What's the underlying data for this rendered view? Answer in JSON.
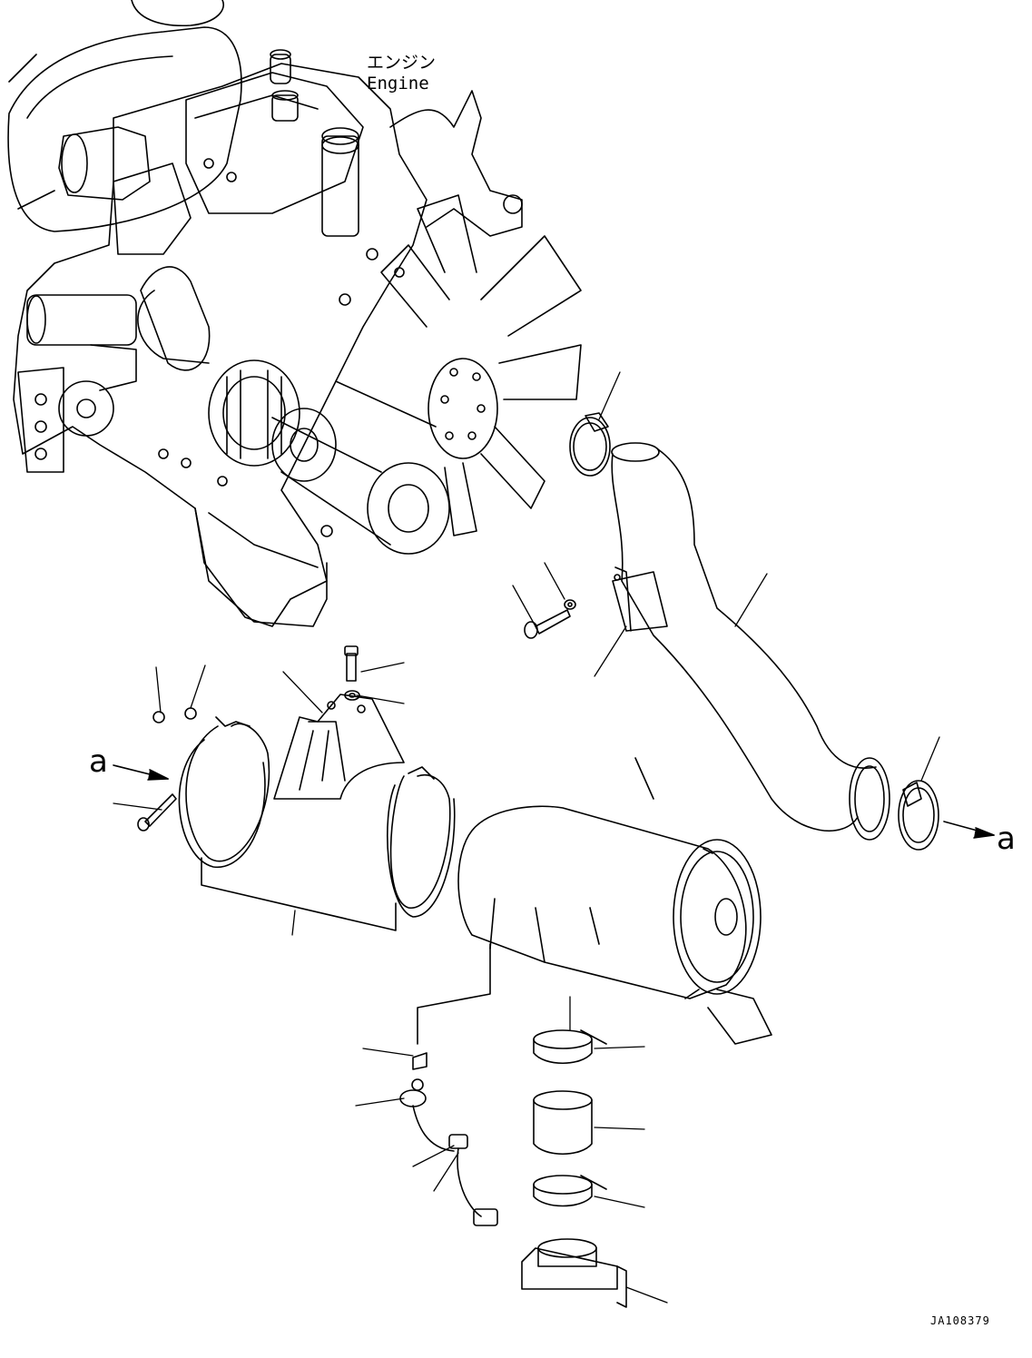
{
  "diagram": {
    "engine_label_jp": "エンジン",
    "engine_label_en": "Engine",
    "ref_mark_left": "a",
    "ref_mark_right": "a",
    "drawing_code": "JA108379"
  },
  "colors": {
    "line": "#000000",
    "background": "#ffffff"
  }
}
